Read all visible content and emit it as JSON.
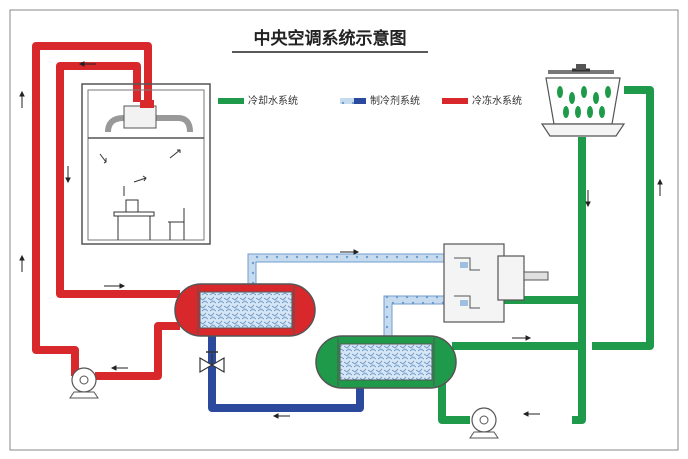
{
  "title": "中央空调系统示意图",
  "legend": {
    "cooling": "冷却水系统",
    "refrigerant": "制冷剂系统",
    "chilled": "冷冻水系统"
  },
  "colors": {
    "chilled_water": "#d8282c",
    "cooling_water": "#1e9a4a",
    "refrigerant_blue": "#2b4a9e",
    "refrigerant_light": "#9cc0e2",
    "outline": "#555555"
  },
  "icons": {
    "fan_coil": "fan-coil-unit-icon",
    "cooling_tower": "cooling-tower-icon",
    "compressor": "compressor-icon",
    "pump": "pump-icon",
    "expansion_valve": "expansion-valve-icon",
    "room": "office-room-icon"
  }
}
